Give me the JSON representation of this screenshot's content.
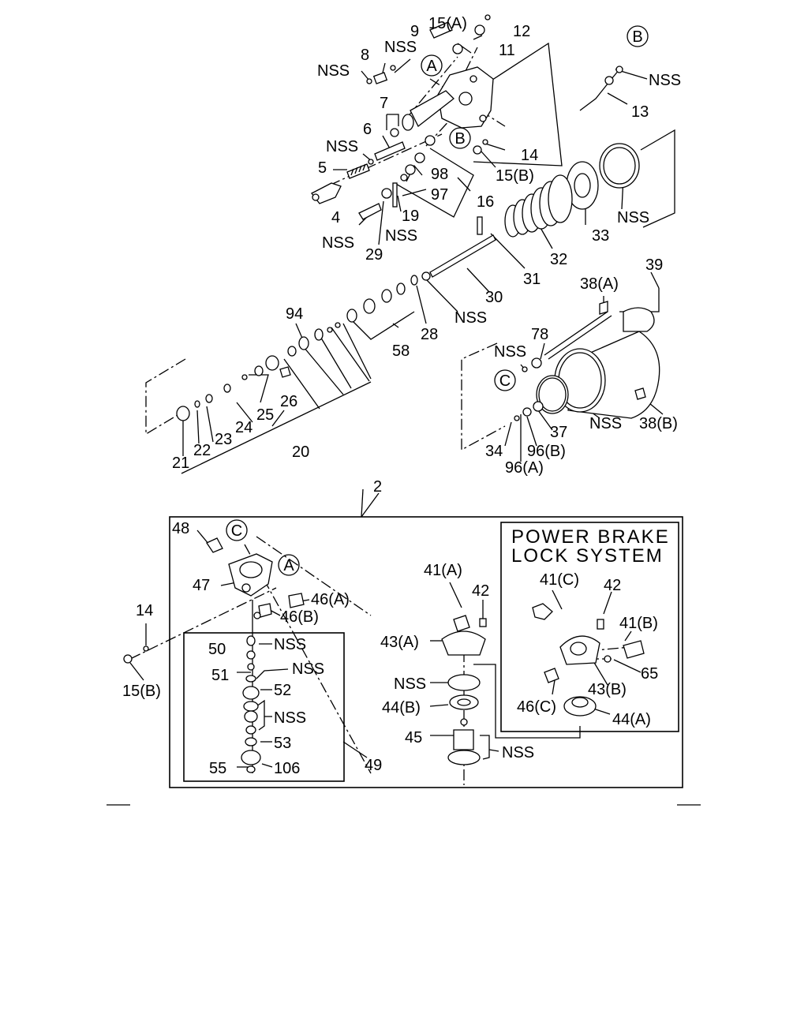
{
  "callouts": [
    {
      "id": "c1",
      "text": "9"
    },
    {
      "id": "c2",
      "text": "15(A)"
    },
    {
      "id": "c3",
      "text": "12"
    },
    {
      "id": "c4",
      "text": "11"
    },
    {
      "id": "c5",
      "text": "NSS"
    },
    {
      "id": "c6",
      "text": "8"
    },
    {
      "id": "c7",
      "text": "NSS"
    },
    {
      "id": "c8",
      "text": "7"
    },
    {
      "id": "c9",
      "text": "6"
    },
    {
      "id": "c10",
      "text": "NSS"
    },
    {
      "id": "c11",
      "text": "5"
    },
    {
      "id": "c12",
      "text": "4"
    },
    {
      "id": "c13",
      "text": "NSS"
    },
    {
      "id": "c14",
      "text": "29"
    },
    {
      "id": "c15",
      "text": "19"
    },
    {
      "id": "c16",
      "text": "NSS"
    },
    {
      "id": "c17",
      "text": "98"
    },
    {
      "id": "c18",
      "text": "97"
    },
    {
      "id": "c19",
      "text": "16"
    },
    {
      "id": "c20",
      "text": "14"
    },
    {
      "id": "c21",
      "text": "15(B)"
    },
    {
      "id": "c22",
      "text": "NSS"
    },
    {
      "id": "c23",
      "text": "13"
    },
    {
      "id": "c24",
      "text": "NSS"
    },
    {
      "id": "c25",
      "text": "33"
    },
    {
      "id": "c26",
      "text": "32"
    },
    {
      "id": "c27",
      "text": "31"
    },
    {
      "id": "c28",
      "text": "30"
    },
    {
      "id": "c29",
      "text": "NSS"
    },
    {
      "id": "c30",
      "text": "28"
    },
    {
      "id": "c31",
      "text": "39"
    },
    {
      "id": "c32",
      "text": "38(A)"
    },
    {
      "id": "c33",
      "text": "94"
    },
    {
      "id": "c34",
      "text": "58"
    },
    {
      "id": "c35",
      "text": "NSS"
    },
    {
      "id": "c36",
      "text": "78"
    },
    {
      "id": "c37",
      "text": "26"
    },
    {
      "id": "c38",
      "text": "25"
    },
    {
      "id": "c39",
      "text": "24"
    },
    {
      "id": "c40",
      "text": "23"
    },
    {
      "id": "c41",
      "text": "22"
    },
    {
      "id": "c42",
      "text": "21"
    },
    {
      "id": "c43",
      "text": "20"
    },
    {
      "id": "c44",
      "text": "NSS"
    },
    {
      "id": "c45",
      "text": "38(B)"
    },
    {
      "id": "c46",
      "text": "37"
    },
    {
      "id": "c47",
      "text": "34"
    },
    {
      "id": "c48",
      "text": "96(B)"
    },
    {
      "id": "c49",
      "text": "96(A)"
    },
    {
      "id": "c50",
      "text": "2"
    },
    {
      "id": "c51",
      "text": "48"
    },
    {
      "id": "c52",
      "text": "47"
    },
    {
      "id": "c53",
      "text": "46(A)"
    },
    {
      "id": "c54",
      "text": "46(B)"
    },
    {
      "id": "c55",
      "text": "14"
    },
    {
      "id": "c56",
      "text": "15(B)"
    },
    {
      "id": "c57",
      "text": "50"
    },
    {
      "id": "c58",
      "text": "NSS"
    },
    {
      "id": "c59",
      "text": "51"
    },
    {
      "id": "c60",
      "text": "NSS"
    },
    {
      "id": "c61",
      "text": "52"
    },
    {
      "id": "c62",
      "text": "NSS"
    },
    {
      "id": "c63",
      "text": "53"
    },
    {
      "id": "c64",
      "text": "55"
    },
    {
      "id": "c65",
      "text": "106"
    },
    {
      "id": "c66",
      "text": "49"
    },
    {
      "id": "c67",
      "text": "41(A)"
    },
    {
      "id": "c68",
      "text": "42"
    },
    {
      "id": "c69",
      "text": "43(A)"
    },
    {
      "id": "c70",
      "text": "NSS"
    },
    {
      "id": "c71",
      "text": "44(B)"
    },
    {
      "id": "c72",
      "text": "45"
    },
    {
      "id": "c73",
      "text": "NSS"
    },
    {
      "id": "c74",
      "text": "41(C)"
    },
    {
      "id": "c75",
      "text": "42"
    },
    {
      "id": "c76",
      "text": "41(B)"
    },
    {
      "id": "c77",
      "text": "65"
    },
    {
      "id": "c78",
      "text": "43(B)"
    },
    {
      "id": "c79",
      "text": "46(C)"
    },
    {
      "id": "c80",
      "text": "44(A)"
    }
  ],
  "refs": [
    {
      "id": "r1",
      "text": "A"
    },
    {
      "id": "r2",
      "text": "B"
    },
    {
      "id": "r3",
      "text": "B"
    },
    {
      "id": "r4",
      "text": "C"
    },
    {
      "id": "r5",
      "text": "C"
    },
    {
      "id": "r6",
      "text": "A"
    }
  ],
  "inset_title": {
    "line1": "POWER BRAKE",
    "line2": "LOCK SYSTEM"
  }
}
